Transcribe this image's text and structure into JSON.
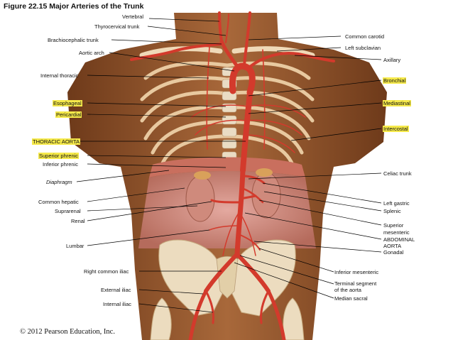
{
  "figure": {
    "title": "Figure 22.15  Major Arteries of the Trunk",
    "copyright": "© 2012 Pearson Education, Inc."
  },
  "colors": {
    "skin": "#9a5a30",
    "skin_dark": "#6e3a1a",
    "artery": "#d33a2c",
    "rib": "#e8c9a0",
    "muscle": "#c98a78",
    "highlight": "#f5e94a",
    "leader": "#000000"
  },
  "labels_left": [
    {
      "id": "vertebral",
      "text": "Vertebral",
      "highlight": false
    },
    {
      "id": "thyrocervical-trunk",
      "text": "Thyrocervical trunk",
      "highlight": false
    },
    {
      "id": "brachiocephalic-trunk",
      "text": "Brachiocephalic trunk",
      "highlight": false
    },
    {
      "id": "aortic-arch",
      "text": "Aortic arch",
      "highlight": false
    },
    {
      "id": "internal-thoracic",
      "text": "Internal thoracic",
      "highlight": false
    },
    {
      "id": "esophageal",
      "text": "Esophageal",
      "highlight": true
    },
    {
      "id": "pericardial",
      "text": "Pericardial",
      "highlight": true
    },
    {
      "id": "thoracic-aorta",
      "text": "THORACIC AORTA",
      "highlight": true
    },
    {
      "id": "superior-phrenic",
      "text": "Superior phrenic",
      "highlight": true
    },
    {
      "id": "inferior-phrenic",
      "text": "Inferior phrenic",
      "highlight": false
    },
    {
      "id": "diaphragm",
      "text": "Diaphragm",
      "highlight": false
    },
    {
      "id": "common-hepatic",
      "text": "Common hepatic",
      "highlight": false
    },
    {
      "id": "suprarenal",
      "text": "Suprarenal",
      "highlight": false
    },
    {
      "id": "renal",
      "text": "Renal",
      "highlight": false
    },
    {
      "id": "lumbar",
      "text": "Lumbar",
      "highlight": false
    },
    {
      "id": "right-common-iliac",
      "text": "Right common iliac",
      "highlight": false
    },
    {
      "id": "external-iliac",
      "text": "External iliac",
      "highlight": false
    },
    {
      "id": "internal-iliac",
      "text": "Internal iliac",
      "highlight": false
    }
  ],
  "labels_right": [
    {
      "id": "common-carotid",
      "text": "Common carotid",
      "highlight": false
    },
    {
      "id": "left-subclavian",
      "text": "Left subclavian",
      "highlight": false
    },
    {
      "id": "axillary",
      "text": "Axillary",
      "highlight": false
    },
    {
      "id": "bronchial",
      "text": "Bronchial",
      "highlight": true
    },
    {
      "id": "mediastinal",
      "text": "Mediastinal",
      "highlight": true
    },
    {
      "id": "intercostal",
      "text": "Intercostal",
      "highlight": true
    },
    {
      "id": "celiac-trunk",
      "text": "Celiac trunk",
      "highlight": false
    },
    {
      "id": "left-gastric",
      "text": "Left gastric",
      "highlight": false
    },
    {
      "id": "splenic",
      "text": "Splenic",
      "highlight": false
    },
    {
      "id": "superior-mesenteric-1",
      "text": "Superior",
      "highlight": false
    },
    {
      "id": "superior-mesenteric-2",
      "text": "mesenteric",
      "highlight": false
    },
    {
      "id": "abdominal-aorta-1",
      "text": "ABDOMINAL",
      "highlight": false
    },
    {
      "id": "abdominal-aorta-2",
      "text": "AORTA",
      "highlight": false
    },
    {
      "id": "gonadal",
      "text": "Gonadal",
      "highlight": false
    },
    {
      "id": "inferior-mesenteric",
      "text": "Inferior mesenteric",
      "highlight": false
    },
    {
      "id": "terminal-segment-1",
      "text": "Terminal segment",
      "highlight": false
    },
    {
      "id": "terminal-segment-2",
      "text": "of the aorta",
      "highlight": false
    },
    {
      "id": "median-sacral",
      "text": "Median sacral",
      "highlight": false
    }
  ]
}
